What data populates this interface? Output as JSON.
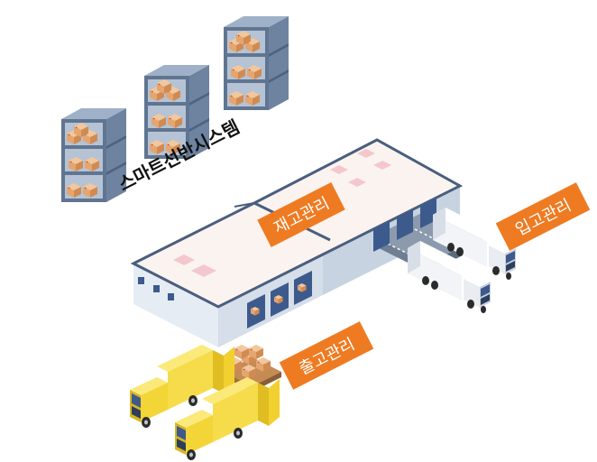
{
  "labels": {
    "smart_shelf": "스마트선반시스템",
    "inventory": "재고관리",
    "inbound": "입고관리",
    "outbound": "출고관리"
  },
  "colors": {
    "accent": "#EE7B22",
    "shelf_frame": "#7E93AE",
    "shelf_side": "#5F7591",
    "box": "#E8B07F",
    "roof": "#FBF3EF",
    "wall": "#E6ECF3",
    "wall_dark": "#C7D3E1",
    "truck_yellow": "#F4D537",
    "truck_blue": "#3D5A8C",
    "trailer_white": "#F2F4F7"
  }
}
